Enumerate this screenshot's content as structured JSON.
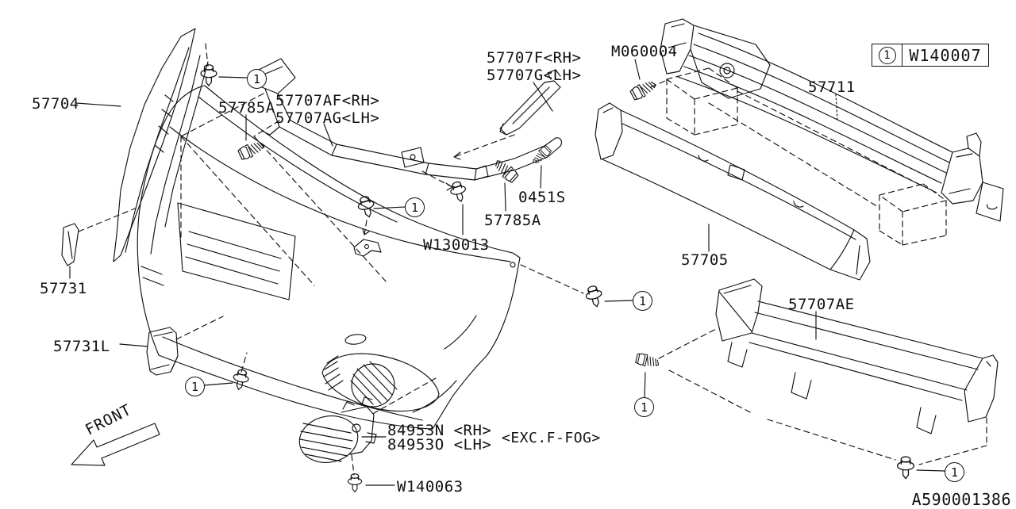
{
  "diagram": {
    "drawing_number": "A590001386",
    "front_label": "FRONT",
    "callout": "1",
    "legend": {
      "callout": "1",
      "part_no": "W140007"
    },
    "labels": {
      "bumper_face": "57704",
      "clip_top": "57785A",
      "stay_front_rh": "57707AF<RH>",
      "stay_front_lh": "57707AG<LH>",
      "bracket_side_rh": "57707F<RH>",
      "bracket_side_lh": "57707G<LH>",
      "bolt_m060004": "M060004",
      "beam": "57711",
      "screw_0451s": "0451S",
      "bolt_mid": "57785A",
      "clip_w130013": "W130013",
      "absorber": "57705",
      "cover_side": "57731",
      "cover_lower": "57731L",
      "under_cover": "57707AE",
      "fog_cover_rh": "84953N <RH>",
      "fog_cover_lh": "84953O <LH>",
      "fog_cover_note": "<EXC.F-FOG>",
      "clip_w140063": "W140063"
    }
  }
}
